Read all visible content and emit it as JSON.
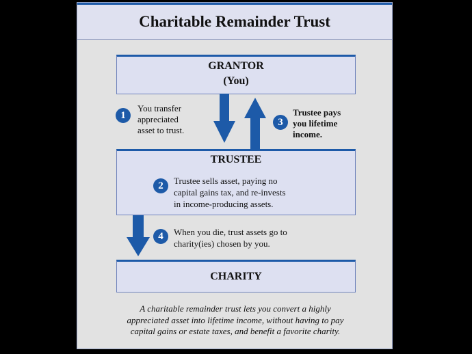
{
  "title": "Charitable Remainder Trust",
  "grantor": {
    "name": "GRANTOR",
    "sub": "(You)"
  },
  "trustee": {
    "name": "TRUSTEE"
  },
  "charity": {
    "name": "CHARITY"
  },
  "steps": [
    {
      "num": "1",
      "lines": [
        "You transfer",
        "appreciated",
        "asset to trust."
      ]
    },
    {
      "num": "2",
      "lines": [
        "Trustee sells asset, paying no",
        "capital gains tax, and re-invests",
        "in income-producing assets."
      ]
    },
    {
      "num": "3",
      "lines": [
        "Trustee pays",
        "you lifetime",
        "income."
      ]
    },
    {
      "num": "4",
      "lines": [
        "When you die, trust assets go to",
        "charity(ies) chosen by you."
      ]
    }
  ],
  "caption": [
    "A charitable remainder trust lets you convert a highly",
    "appreciated asset into lifetime income, without having to pay",
    "capital gains or estate taxes, and benefit a favorite charity."
  ],
  "colors": {
    "accent": "#1d5aa8",
    "box": "#dde0f1",
    "panel": "#e2e2e2"
  }
}
